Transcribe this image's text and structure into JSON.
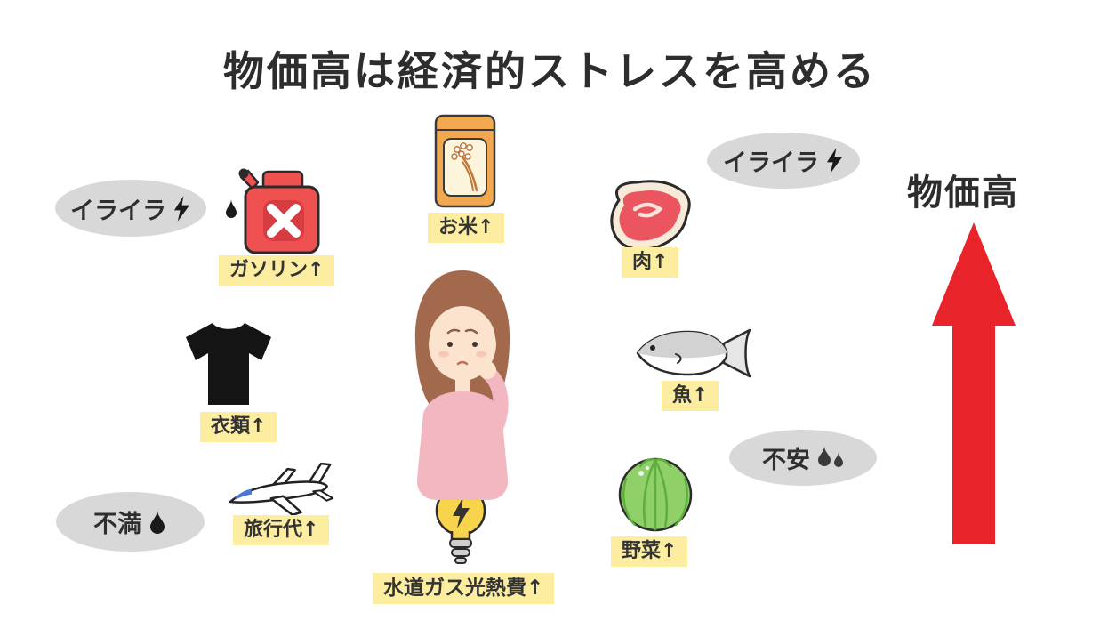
{
  "title": "物価高は経済的ストレスを高める",
  "price_arrow": {
    "label": "物価高",
    "direction": "up",
    "color": "#e82329"
  },
  "items": {
    "rice": {
      "label": "お米↑",
      "icon": "rice-bag-icon"
    },
    "gasoline": {
      "label": "ガソリン↑",
      "icon": "gas-can-icon"
    },
    "meat": {
      "label": "肉↑",
      "icon": "meat-icon"
    },
    "clothing": {
      "label": "衣類↑",
      "icon": "tshirt-icon"
    },
    "fish": {
      "label": "魚↑",
      "icon": "fish-icon"
    },
    "travel": {
      "label": "旅行代↑",
      "icon": "airplane-icon"
    },
    "vegetables": {
      "label": "野菜↑",
      "icon": "cabbage-icon"
    },
    "utilities": {
      "label": "水道ガス光熱費↑",
      "icon": "lightbulb-icon"
    }
  },
  "emotions": {
    "irritated_left": {
      "label": "イライラ",
      "icon": "lightning-icon"
    },
    "irritated_right": {
      "label": "イライラ",
      "icon": "lightning-icon"
    },
    "dissatisfied": {
      "label": "不満",
      "icon": "drop-icon"
    },
    "anxious": {
      "label": "不安",
      "icon": "sweat-drops-icon"
    }
  },
  "center_figure": "worried-woman-illustration",
  "colors": {
    "label_bg": "#fceda1",
    "bubble_bg": "#d8d8d8",
    "arrow_red": "#e82329",
    "text_dark": "#2d2d2d"
  }
}
